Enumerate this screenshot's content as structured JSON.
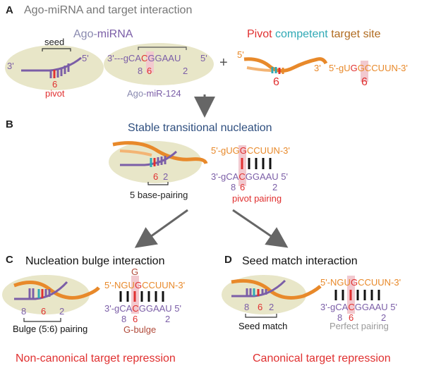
{
  "panel_a": {
    "letter": "A",
    "title": "Ago-miRNA and target interaction",
    "ago_label_prefix": "Ago-",
    "ago_label_mirna": "miRNA",
    "seed_label": "seed",
    "end_3prime": "3'",
    "end_5prime": "5'",
    "pivot_number": "6",
    "pivot_label": "pivot",
    "mir124_seq_prefix": "3'---gCA",
    "mir124_seq_pivot": "C",
    "mir124_seq_suffix": "GGAAU",
    "mir124_5prime": "5'",
    "mir124_pos_8": "8",
    "mir124_pos_6": "6",
    "mir124_pos_2": "2",
    "mir124_name_prefix": "Ago-",
    "mir124_name_suffix": "miR-124",
    "plus_sign": "+",
    "target_title_word1": "Pivot",
    "target_title_word2": "competent",
    "target_title_word3": "target site",
    "target_end_5": "5'",
    "target_end_3": "3'",
    "target_pivot_number": "6",
    "target_seq_prefix": "5'-gU",
    "target_seq_pivot": "G",
    "target_seq_suffix": "GCCUUN-3'",
    "target_seq_pos_6": "6"
  },
  "panel_b": {
    "letter": "B",
    "title": "Stable transitional nucleation",
    "target_seq_prefix": "5'-gUG",
    "target_seq_pivot": "G",
    "target_seq_suffix": "CCUUN-3'",
    "mirna_seq_prefix": "3'-gCA",
    "mirna_seq_pivot": "C",
    "mirna_seq_suffix": "GGAAU  5'",
    "pos_8": "8",
    "pos_6": "6",
    "pos_2": "2",
    "pair_label": "pivot pairing",
    "schematic_6": "6",
    "schematic_2": "2",
    "base_pairing_label": "5 base-pairing"
  },
  "panel_c": {
    "letter": "C",
    "title": "Nucleation bulge interaction",
    "bulge_letter": "G",
    "target_seq_prefix": "5'-NGU",
    "target_seq_pivot": "G",
    "target_seq_suffix": "CCUUN-3'",
    "mirna_seq_prefix": "3'-gCA",
    "mirna_seq_pivot": "C",
    "mirna_seq_suffix": "GGAAU  5'",
    "pos_8": "8",
    "pos_6": "6",
    "pos_2": "2",
    "bulge_label": "G-bulge",
    "schematic_8": "8",
    "schematic_6": "6",
    "schematic_2": "2",
    "pairing_label": "Bulge (5:6) pairing",
    "repression_label": "Non-canonical target repression"
  },
  "panel_d": {
    "letter": "D",
    "title": "Seed match interaction",
    "target_seq_prefix": "5'-NGU",
    "target_seq_pivot": "G",
    "target_seq_suffix": "CCUUN-3'",
    "mirna_seq_prefix": "3'-gCA",
    "mirna_seq_pivot": "C",
    "mirna_seq_suffix": "GGAAU  5'",
    "pos_8": "8",
    "pos_6": "6",
    "pos_2": "2",
    "pairing_label": "Perfect pairing",
    "schematic_8": "8",
    "schematic_6": "6",
    "schematic_2": "2",
    "seed_match_label": "Seed match",
    "repression_label": "Canonical target repression"
  },
  "colors": {
    "mirna_purple": "#7b5ea7",
    "target_orange": "#e8892a",
    "pivot_red": "#e03030",
    "competent_teal": "#2fa9b5",
    "title_blue": "#2f4f7f",
    "ago_beige": "#e8e6c8",
    "highlight_pink": "#f2c9cf",
    "arrow_gray": "#666666",
    "gray_text": "#9a9a9a",
    "brown_label": "#b04a3a"
  }
}
